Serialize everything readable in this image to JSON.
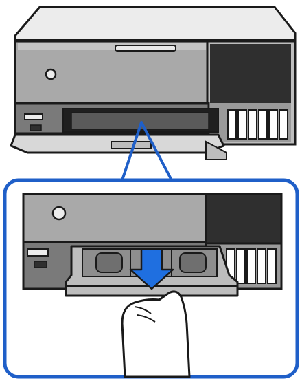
{
  "illustration": {
    "subject": "printer",
    "action": "pull-out-paper-cassette",
    "callout_frame": "zoomed-detail",
    "arrow": "down-arrow-icon",
    "hand": "hand-icon"
  },
  "colors": {
    "outline": "#1a1a1a",
    "body_light": "#ececec",
    "body_mid": "#a9a9a9",
    "body_dark": "#7a7a7a",
    "panel_dark": "#2f2f2f",
    "callout_border": "#1f5fc8",
    "arrow_fill": "#1f6fe0",
    "hand_fill": "#ffffff"
  }
}
